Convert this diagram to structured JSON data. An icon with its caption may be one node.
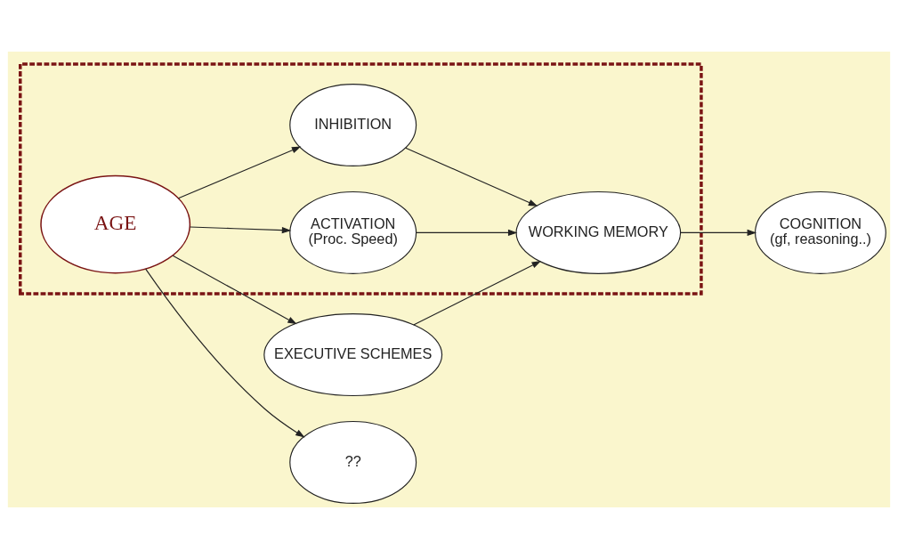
{
  "diagram": {
    "nodes": [
      {
        "text": [],
        "shape": "box"
      },
      {
        "text": [
          "AGE"
        ],
        "in": 0
      },
      {
        "text": [
          "ACTIVATION",
          "(Proc. Speed)"
        ],
        "in": 0
      },
      {
        "text": [
          "INHIBITION"
        ],
        "in": 0
      },
      {
        "text": [
          "EXECUTIVE SCHEMES"
        ]
      },
      {
        "text": [
          "??"
        ]
      },
      {
        "text": [
          "WORKING MEMORY"
        ],
        "in": 0
      },
      {
        "text": [
          "COGNITION",
          "(gf, reasoning..)"
        ]
      }
    ],
    "edges": [
      {
        "from": 1,
        "to": 2,
        "arrow": "to"
      },
      {
        "from": 1,
        "to": 3,
        "arrow": "to"
      },
      {
        "from": 1,
        "to": 4,
        "arrow": "to"
      },
      {
        "from": 1,
        "to": 5,
        "arrow": "to"
      },
      {
        "from": 2,
        "to": 6,
        "arrow": "to"
      },
      {
        "from": 3,
        "to": 6,
        "arrow": "to"
      },
      {
        "from": 4,
        "to": 6,
        "arrow": "to"
      },
      {
        "from": 6,
        "to": 7,
        "arrow": "to"
      }
    ]
  }
}
